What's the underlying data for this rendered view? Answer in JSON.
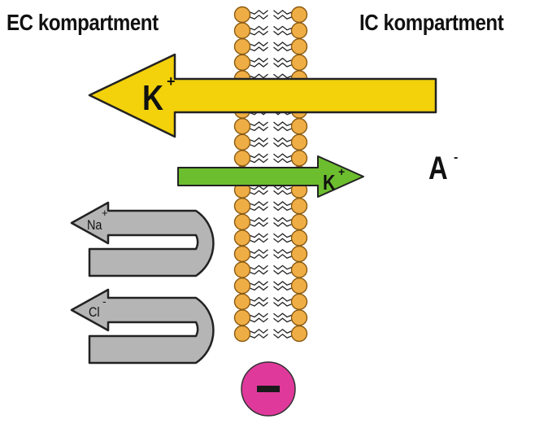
{
  "labels": {
    "ec_compartment": "EC kompartment",
    "ic_compartment": "IC kompartment",
    "anion_base": "A",
    "anion_sup": "-"
  },
  "arrows": {
    "k_efflux": {
      "ion": "K",
      "charge": "+",
      "color": "#f3d10b"
    },
    "k_influx": {
      "ion": "K",
      "charge": "+",
      "color": "#6dbe2e"
    },
    "na_loop": {
      "ion": "Na",
      "charge": "+",
      "color": "#b5b5b5"
    },
    "cl_loop": {
      "ion": "Cl",
      "charge": "-",
      "color": "#b5b5b5"
    }
  },
  "membrane": {
    "head_color": "#efae45",
    "head_stroke": "#8a5a12"
  },
  "charge_marker": {
    "symbol": "−",
    "color": "#e0399c"
  }
}
